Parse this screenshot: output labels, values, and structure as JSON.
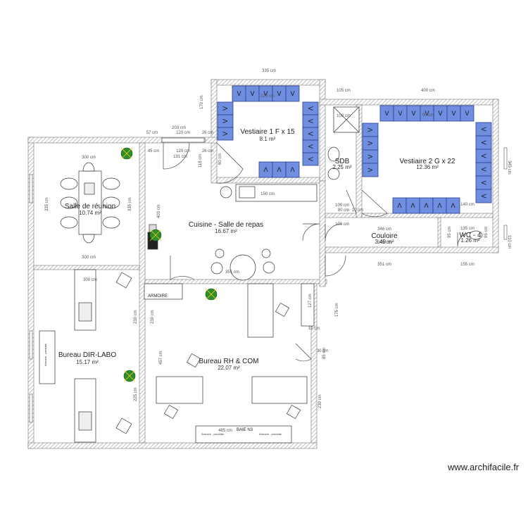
{
  "colors": {
    "wall_hatch": "#9a9a9a",
    "locker_fill": "#6f8ee0",
    "locker_stroke": "#2b3f8f",
    "plant": "#2e8b2e",
    "line": "#444444"
  },
  "rooms": {
    "vestiaire1": {
      "name": "Vestiaire 1 F x 15",
      "area": "8.1 m²"
    },
    "vestiaire2": {
      "name": "Vestiaire 2 G x 22",
      "area": "12.36 m²"
    },
    "sdb": {
      "name": "SDB",
      "area": "2.25 m²"
    },
    "reunion": {
      "name": "Salle de réunion",
      "area": "10.74 m²"
    },
    "cuisine": {
      "name": "Cuisine - Salle de repas",
      "area": "16.67 m²"
    },
    "couloire": {
      "name": "Couloire",
      "area": "3.49 m²"
    },
    "dirlabo": {
      "name": "Bureau DIR-LABO",
      "area": "15.17 m²"
    },
    "rhcom": {
      "name": "Bureau RH & COM",
      "area": "22.07 m²"
    },
    "wc": {
      "name": "WC - 4",
      "area": "1.26 m²"
    }
  },
  "labels": {
    "armoire": "ARMOIRE",
    "archive1": "Armoire - produits",
    "archive2": "Armoire - produits",
    "baie": "BAIE N3",
    "dirlabo_cab": "Armoire - produits"
  },
  "lockers": {
    "v_symbol": "V",
    "a_symbol": "Λ"
  },
  "dimensions": {
    "d335_top": "335 cm",
    "d105": "105 cm",
    "d400_top": "400 cm",
    "d170": "170 cm",
    "d203": "203 cm",
    "d57": "57 cm",
    "d120": "120 cm",
    "d26": "26 cm",
    "d45": "45 cm",
    "d120b": "120 cm",
    "d191": "191 cm",
    "d26b": "26 cm",
    "d118": "118 cm",
    "d300_reu": "300 cm",
    "d335_left": "335 cm",
    "d335_mid": "335 cm",
    "d300_reu_b": "300 cm",
    "d403": "403 cm",
    "d345": "345 cm",
    "d110": "110 cm",
    "d346": "346 cm",
    "d349": "349 cm",
    "d351": "351 cm",
    "d155": "155 cm",
    "d300_dir": "300 cm",
    "d230a": "230 cm",
    "d230b": "230 cm",
    "d225": "225 cm",
    "d457": "457 cm",
    "d485": "485 cm",
    "d239": "239 cm",
    "d175": "175 cm",
    "d30": "30 cm",
    "d85": "85 cm",
    "d15": "15 cm",
    "d100a": "100 cm",
    "d100b": "100 cm",
    "d80": "80 cm",
    "d10": "10 cm",
    "d140": "140 cm",
    "d135": "135 cm",
    "d95a": "95 cm",
    "d95b": "95 cm",
    "d60": "60 cm",
    "d351_cui": "351 cm",
    "d100_sdb": "100 cm",
    "d120_v1": "120 cm",
    "d99": "99 cm",
    "d150": "150 cm",
    "d127": "127 cm"
  },
  "watermark": "www.archifacile.fr"
}
